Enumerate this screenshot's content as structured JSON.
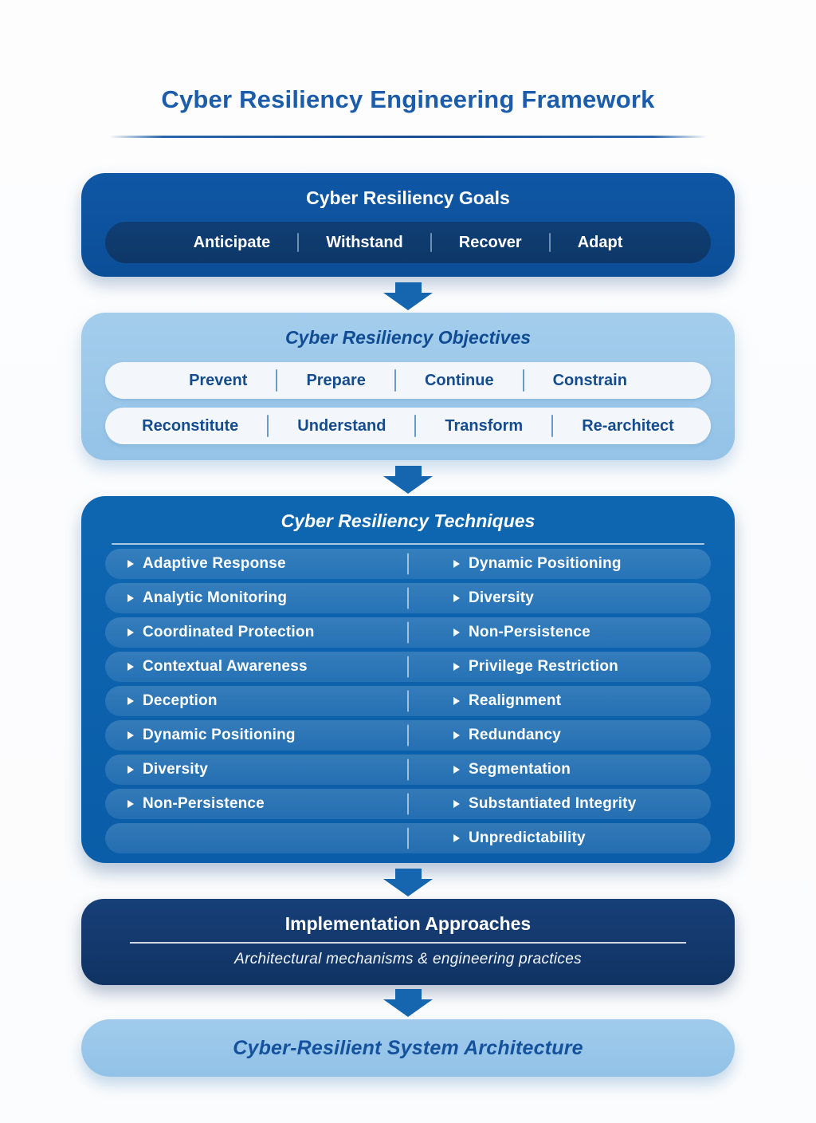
{
  "header": {
    "title": "Cyber Resiliency Engineering Framework"
  },
  "goals": {
    "title": "Cyber Resiliency Goals",
    "items": [
      "Anticipate",
      "Withstand",
      "Recover",
      "Adapt"
    ]
  },
  "objectives": {
    "title": "Cyber Resiliency Objectives",
    "row1": [
      "Prevent",
      "Prepare",
      "Continue",
      "Constrain"
    ],
    "row2": [
      "Reconstitute",
      "Understand",
      "Transform",
      "Re-architect"
    ]
  },
  "techniques": {
    "title": "Cyber Resiliency Techniques",
    "rows": [
      {
        "left": "Adaptive Response",
        "right": "Dynamic Positioning"
      },
      {
        "left": "Analytic Monitoring",
        "right": "Diversity"
      },
      {
        "left": "Coordinated Protection",
        "right": "Non-Persistence"
      },
      {
        "left": "Contextual Awareness",
        "right": "Privilege Restriction"
      },
      {
        "left": "Deception",
        "right": "Realignment"
      },
      {
        "left": "Dynamic Positioning",
        "right": "Redundancy"
      },
      {
        "left": "Diversity",
        "right": "Segmentation"
      },
      {
        "left": "Non-Persistence",
        "right": "Substantiated Integrity"
      },
      {
        "left": "",
        "right": "Unpredictability"
      }
    ]
  },
  "implementation": {
    "title": "Implementation Approaches",
    "subtitle": "Architectural mechanisms & engineering practices"
  },
  "outcome": {
    "title": "Cyber-Resilient System Architecture"
  },
  "icons": {
    "bullet": "right-triangle",
    "flow": "down-block-arrow"
  },
  "colors": {
    "title_text": "#1b5cab",
    "goals_box": "#0d54a1",
    "goals_inner_pill": "#0e3a6f",
    "objectives_box": "#9cc8ea",
    "objectives_pill": "#f3f7fb",
    "objectives_text": "#154c8f",
    "techniques_box": "#0c62ae",
    "technique_item": "#2a78c0",
    "implementation_box": "#143a70",
    "outcome_pill": "#99c6e9",
    "outcome_text": "#14529e",
    "arrow": "#1565af",
    "white_text": "#ffffff"
  }
}
